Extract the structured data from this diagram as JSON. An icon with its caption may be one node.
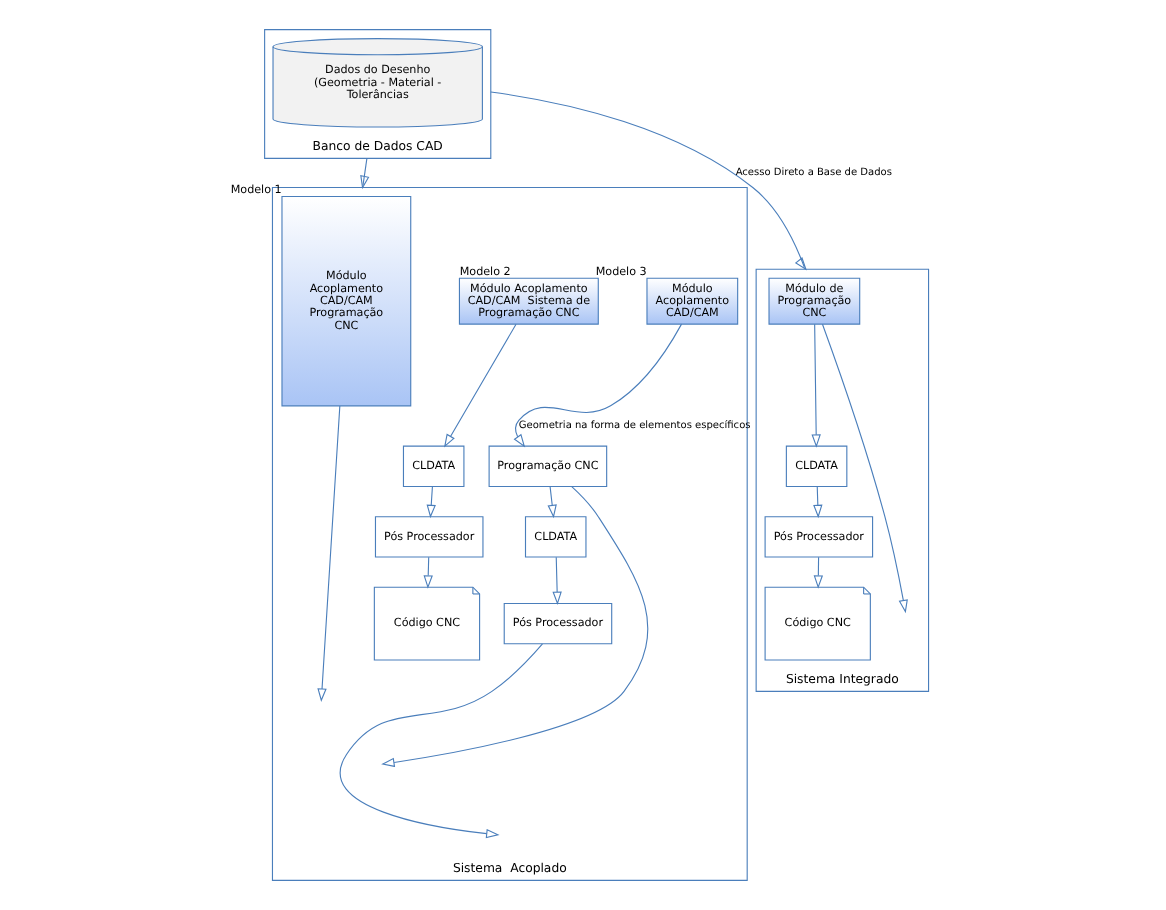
{
  "diagram": {
    "nodes": [
      {
        "text": [
          "Banco de Dados CAD"
        ]
      },
      {
        "text": [
          "Dados do Desenho (Geometria - Material - Tolerâncias"
        ],
        "in": 0
      },
      {
        "text": [
          "Sistema  Acoplado"
        ]
      },
      {
        "text": [
          "Módulo Acoplamento CAD/CAM Programação CNC"
        ],
        "beside": [
          "Modelo 1"
        ],
        "in": 2
      },
      {
        "text": [
          "Módulo Acoplamento CAD/CAM  Sistema de Programação CNC"
        ],
        "beside": [
          "Modelo 2"
        ],
        "in": 2
      },
      {
        "text": [
          "CLDATA"
        ],
        "in": 2
      },
      {
        "text": [
          "Pós Processador"
        ],
        "in": 2
      },
      {
        "text": [
          "Código CNC"
        ],
        "in": 2
      },
      {
        "text": [
          "Módulo Acoplamento CAD/CAM"
        ],
        "beside": [
          "Modelo 3"
        ],
        "in": 2
      },
      {
        "text": [
          "Programação CNC"
        ],
        "in": 2
      },
      {
        "text": [
          "CLDATA"
        ],
        "in": 2
      },
      {
        "text": [
          "Pós Processador"
        ],
        "in": 2
      },
      {
        "text": [
          "Sistema Integrado"
        ]
      },
      {
        "text": [
          "Módulo de Programação CNC"
        ],
        "in": 12
      },
      {
        "text": [
          "CLDATA"
        ],
        "in": 12
      },
      {
        "text": [
          "Pós Processador"
        ],
        "in": 12
      },
      {
        "text": [
          "Código CNC"
        ],
        "in": 12
      }
    ],
    "edges": [
      {
        "from": 0,
        "to": 2,
        "arrow": "to"
      },
      {
        "from": 0,
        "to": 12,
        "arrow": "to",
        "label": "Acesso Direto a Base de Dados"
      },
      {
        "from": 3,
        "to": null,
        "arrow": "to"
      },
      {
        "from": 4,
        "to": 5,
        "arrow": "to"
      },
      {
        "from": 5,
        "to": 6,
        "arrow": "to"
      },
      {
        "from": 6,
        "to": 7,
        "arrow": "to"
      },
      {
        "from": 8,
        "to": 9,
        "arrow": "to",
        "label": "Geometria na forma de elementos específicos"
      },
      {
        "from": 9,
        "to": null,
        "arrow": "to"
      },
      {
        "from": 9,
        "to": 10,
        "arrow": "to"
      },
      {
        "from": 10,
        "to": 11,
        "arrow": "to"
      },
      {
        "from": 11,
        "to": null,
        "arrow": "to"
      },
      {
        "from": 13,
        "to": null,
        "arrow": "to"
      },
      {
        "from": 13,
        "to": 14,
        "arrow": "to"
      },
      {
        "from": 14,
        "to": 15,
        "arrow": "to"
      },
      {
        "from": 15,
        "to": 16,
        "arrow": "to"
      }
    ]
  }
}
